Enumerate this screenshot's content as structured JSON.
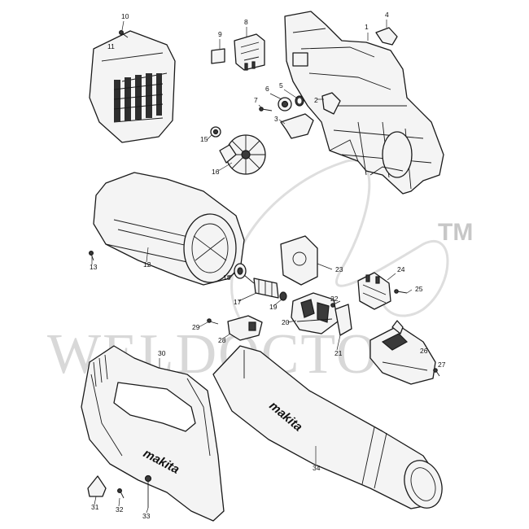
{
  "watermark": {
    "text": "WELDOCTOR",
    "tm": "TM"
  },
  "brand": "makita",
  "callouts": [
    "1",
    "2",
    "3",
    "4",
    "5",
    "6",
    "7",
    "8",
    "9",
    "10",
    "11",
    "12",
    "13",
    "15",
    "16",
    "17",
    "18",
    "19",
    "20",
    "21",
    "22",
    "23",
    "24",
    "25",
    "26",
    "27",
    "28",
    "29",
    "30",
    "31",
    "32",
    "33",
    "34"
  ]
}
